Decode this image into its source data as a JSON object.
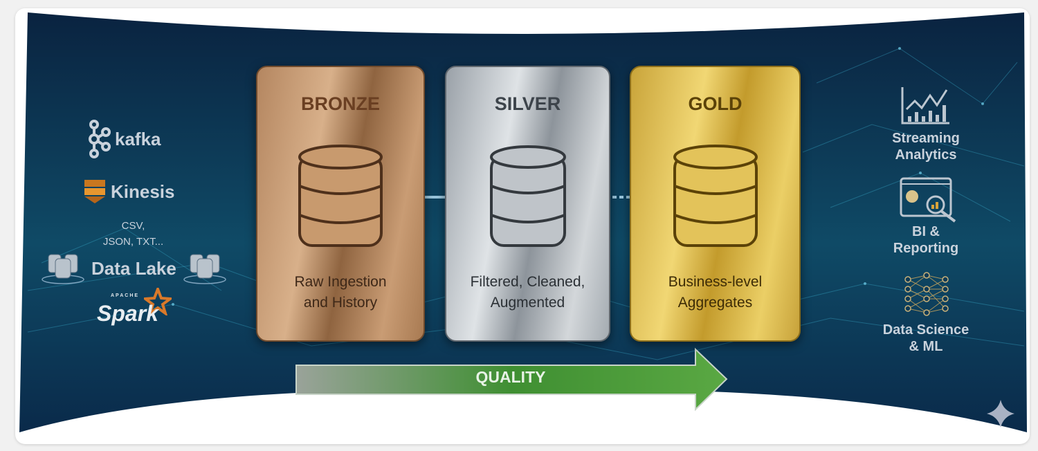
{
  "sources": {
    "kafka": "kafka",
    "kinesis": "Kinesis",
    "file_formats": [
      "CSV,",
      "JSON, TXT..."
    ],
    "data_lake": "Data Lake",
    "spark_apache": "APACHE",
    "spark": "Spark"
  },
  "layers": [
    {
      "title": "BRONZE",
      "desc": [
        "Raw Ingestion",
        "and History"
      ],
      "color": "#b48660"
    },
    {
      "title": "SILVER",
      "desc": [
        "Filtered, Cleaned,",
        "Augmented"
      ],
      "color": "#c0c5ca"
    },
    {
      "title": "GOLD",
      "desc": [
        "Business-level",
        "Aggregates"
      ],
      "color": "#e3c35a"
    }
  ],
  "quality_label": "QUALITY",
  "consumers": [
    {
      "label": [
        "Streaming",
        "Analytics"
      ],
      "icon": "line-bar-chart-icon"
    },
    {
      "label": [
        "BI &",
        "Reporting"
      ],
      "icon": "dashboard-magnifier-icon"
    },
    {
      "label": [
        "Data Science",
        "& ML"
      ],
      "icon": "neural-network-icon"
    }
  ],
  "colors": {
    "background": "#0b2f4e",
    "quality_arrow": "#4f9a3a"
  }
}
